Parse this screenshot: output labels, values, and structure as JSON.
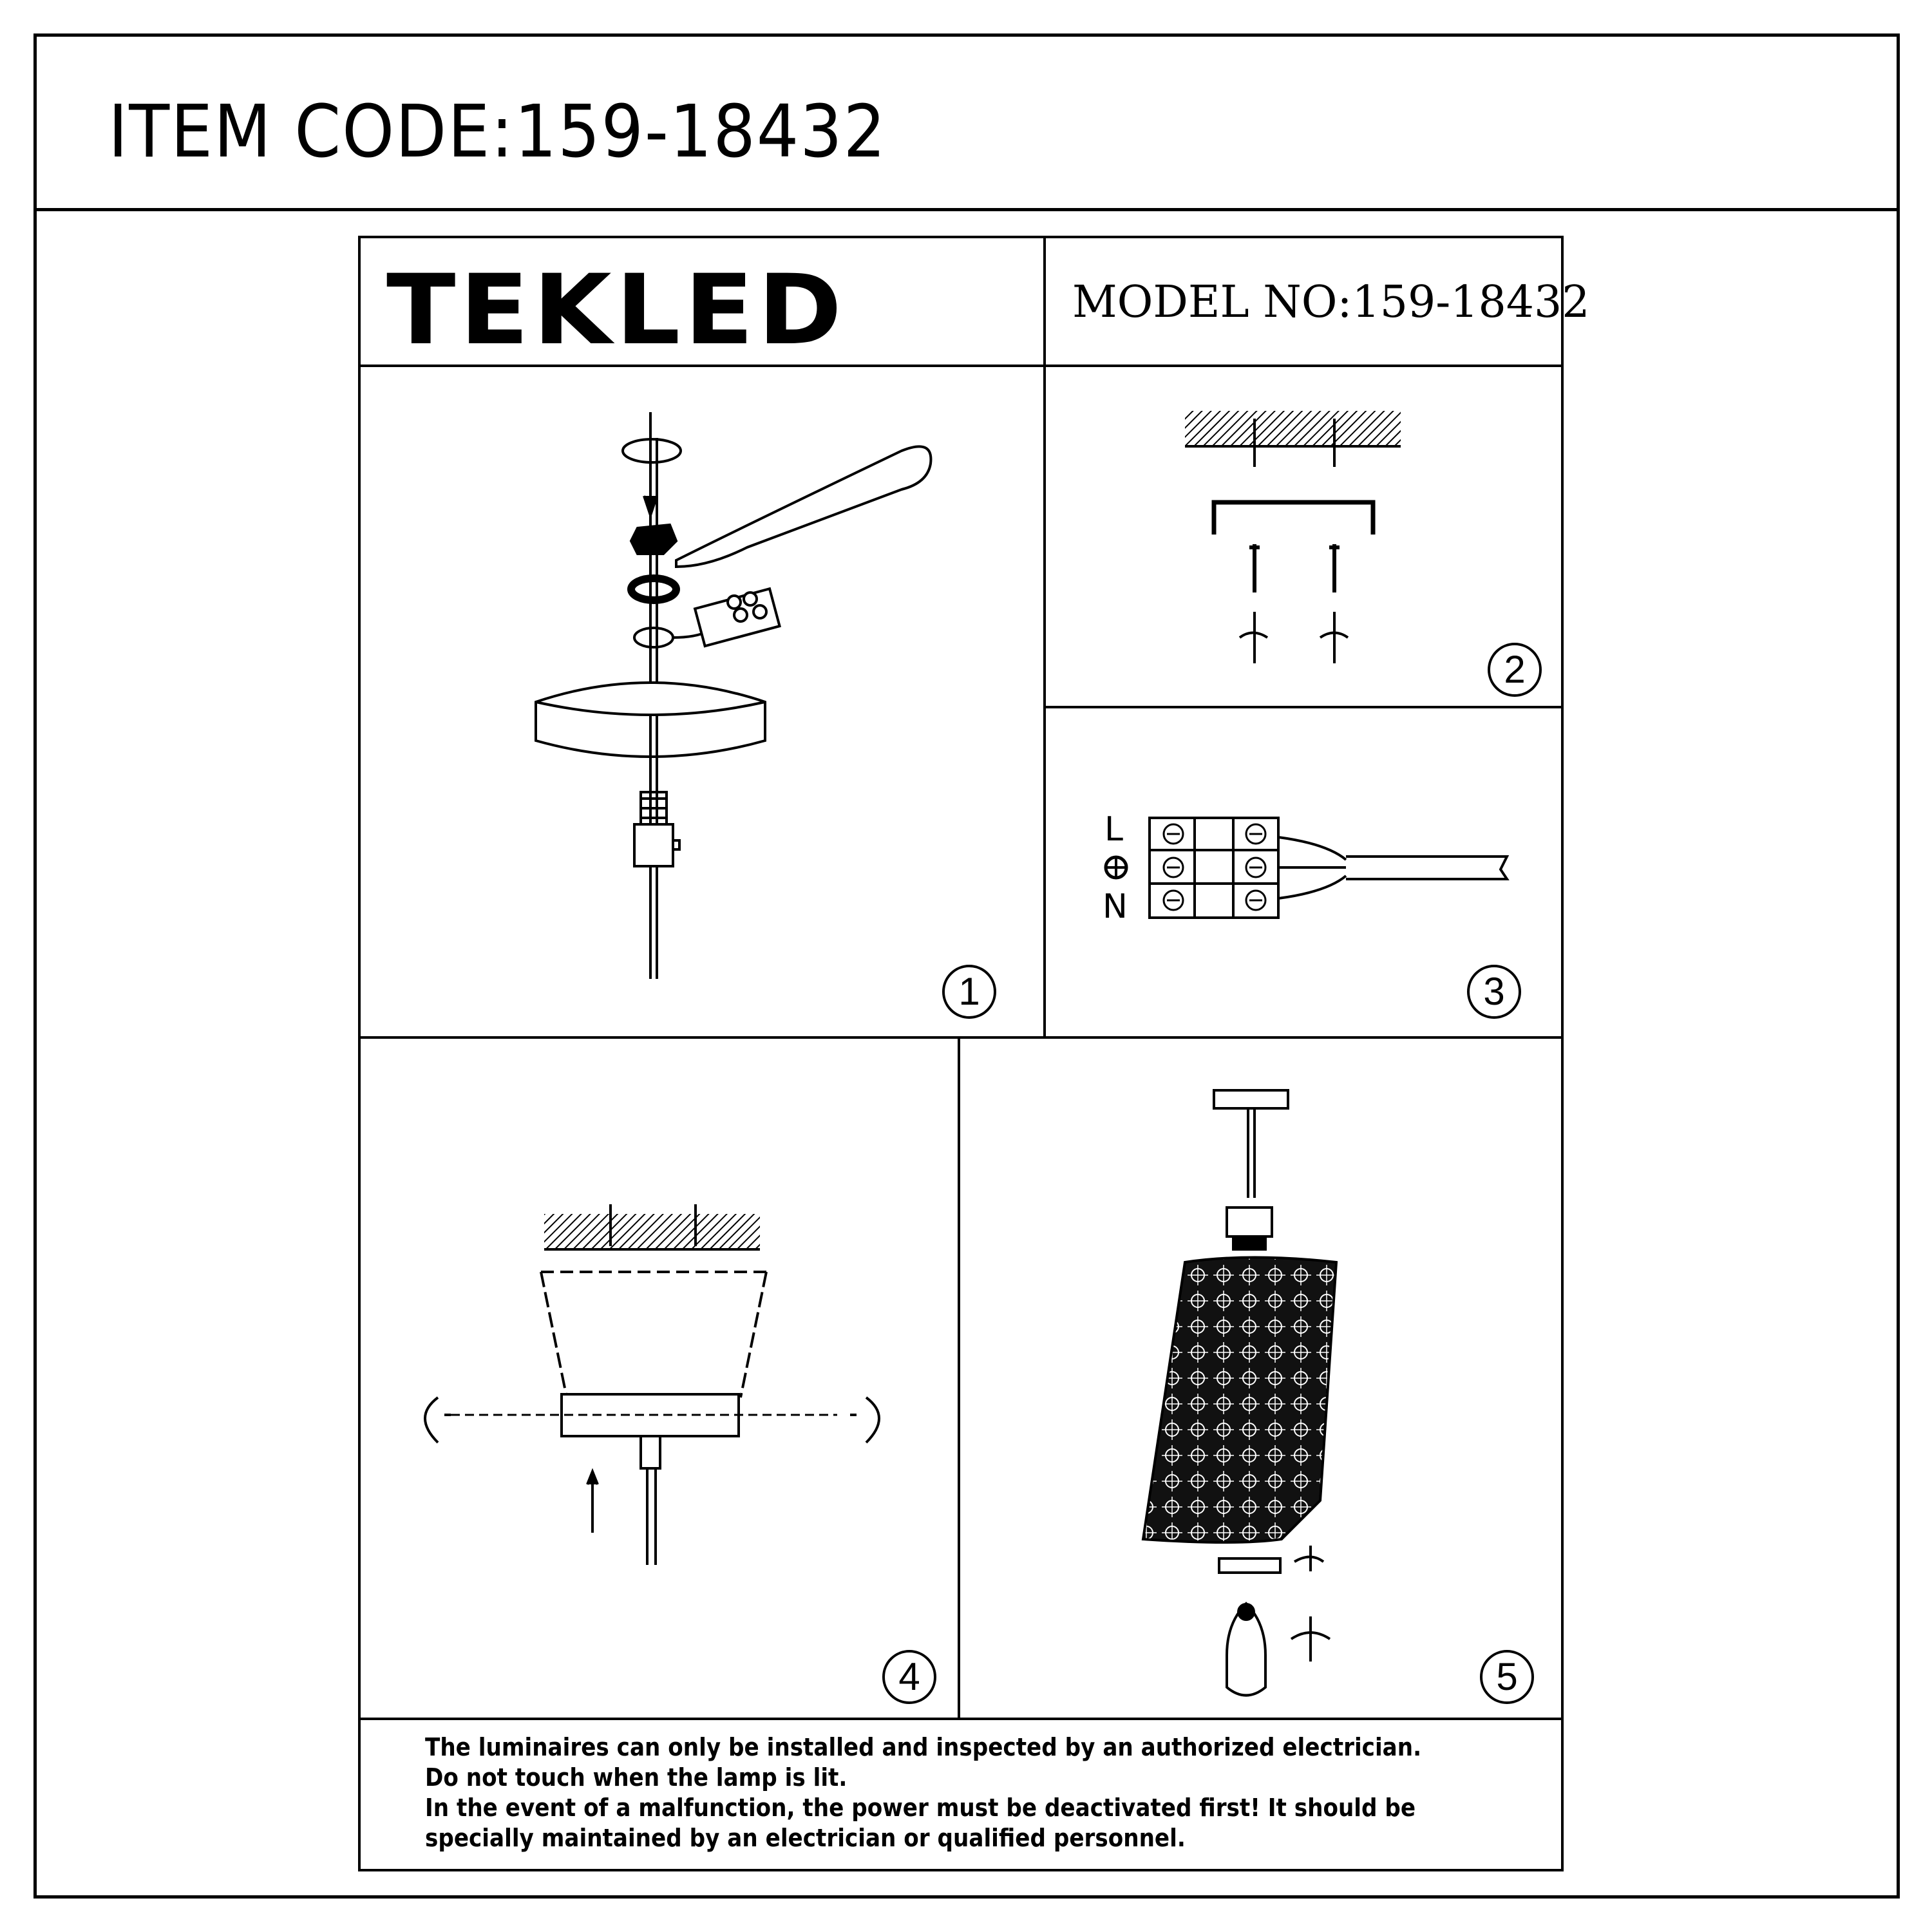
{
  "header": {
    "item_code": "ITEM CODE:159-18432"
  },
  "sheet": {
    "logo": "TEKLED",
    "model_no": "MODEL NO:159-18432",
    "steps": [
      {
        "number": "1"
      },
      {
        "number": "2"
      },
      {
        "number": "3",
        "terminal_labels": [
          "L",
          "N"
        ],
        "ground_icon": "earth-ground-icon"
      },
      {
        "number": "4"
      },
      {
        "number": "5"
      }
    ],
    "notes": [
      "The luminaires can only be installed and inspected by an authorized electrician.",
      "Do not touch when the lamp is lit.",
      "In the event of a malfunction, the power must be deactivated first!  It should be",
      "specially maintained by an electrician or qualified personnel."
    ]
  }
}
